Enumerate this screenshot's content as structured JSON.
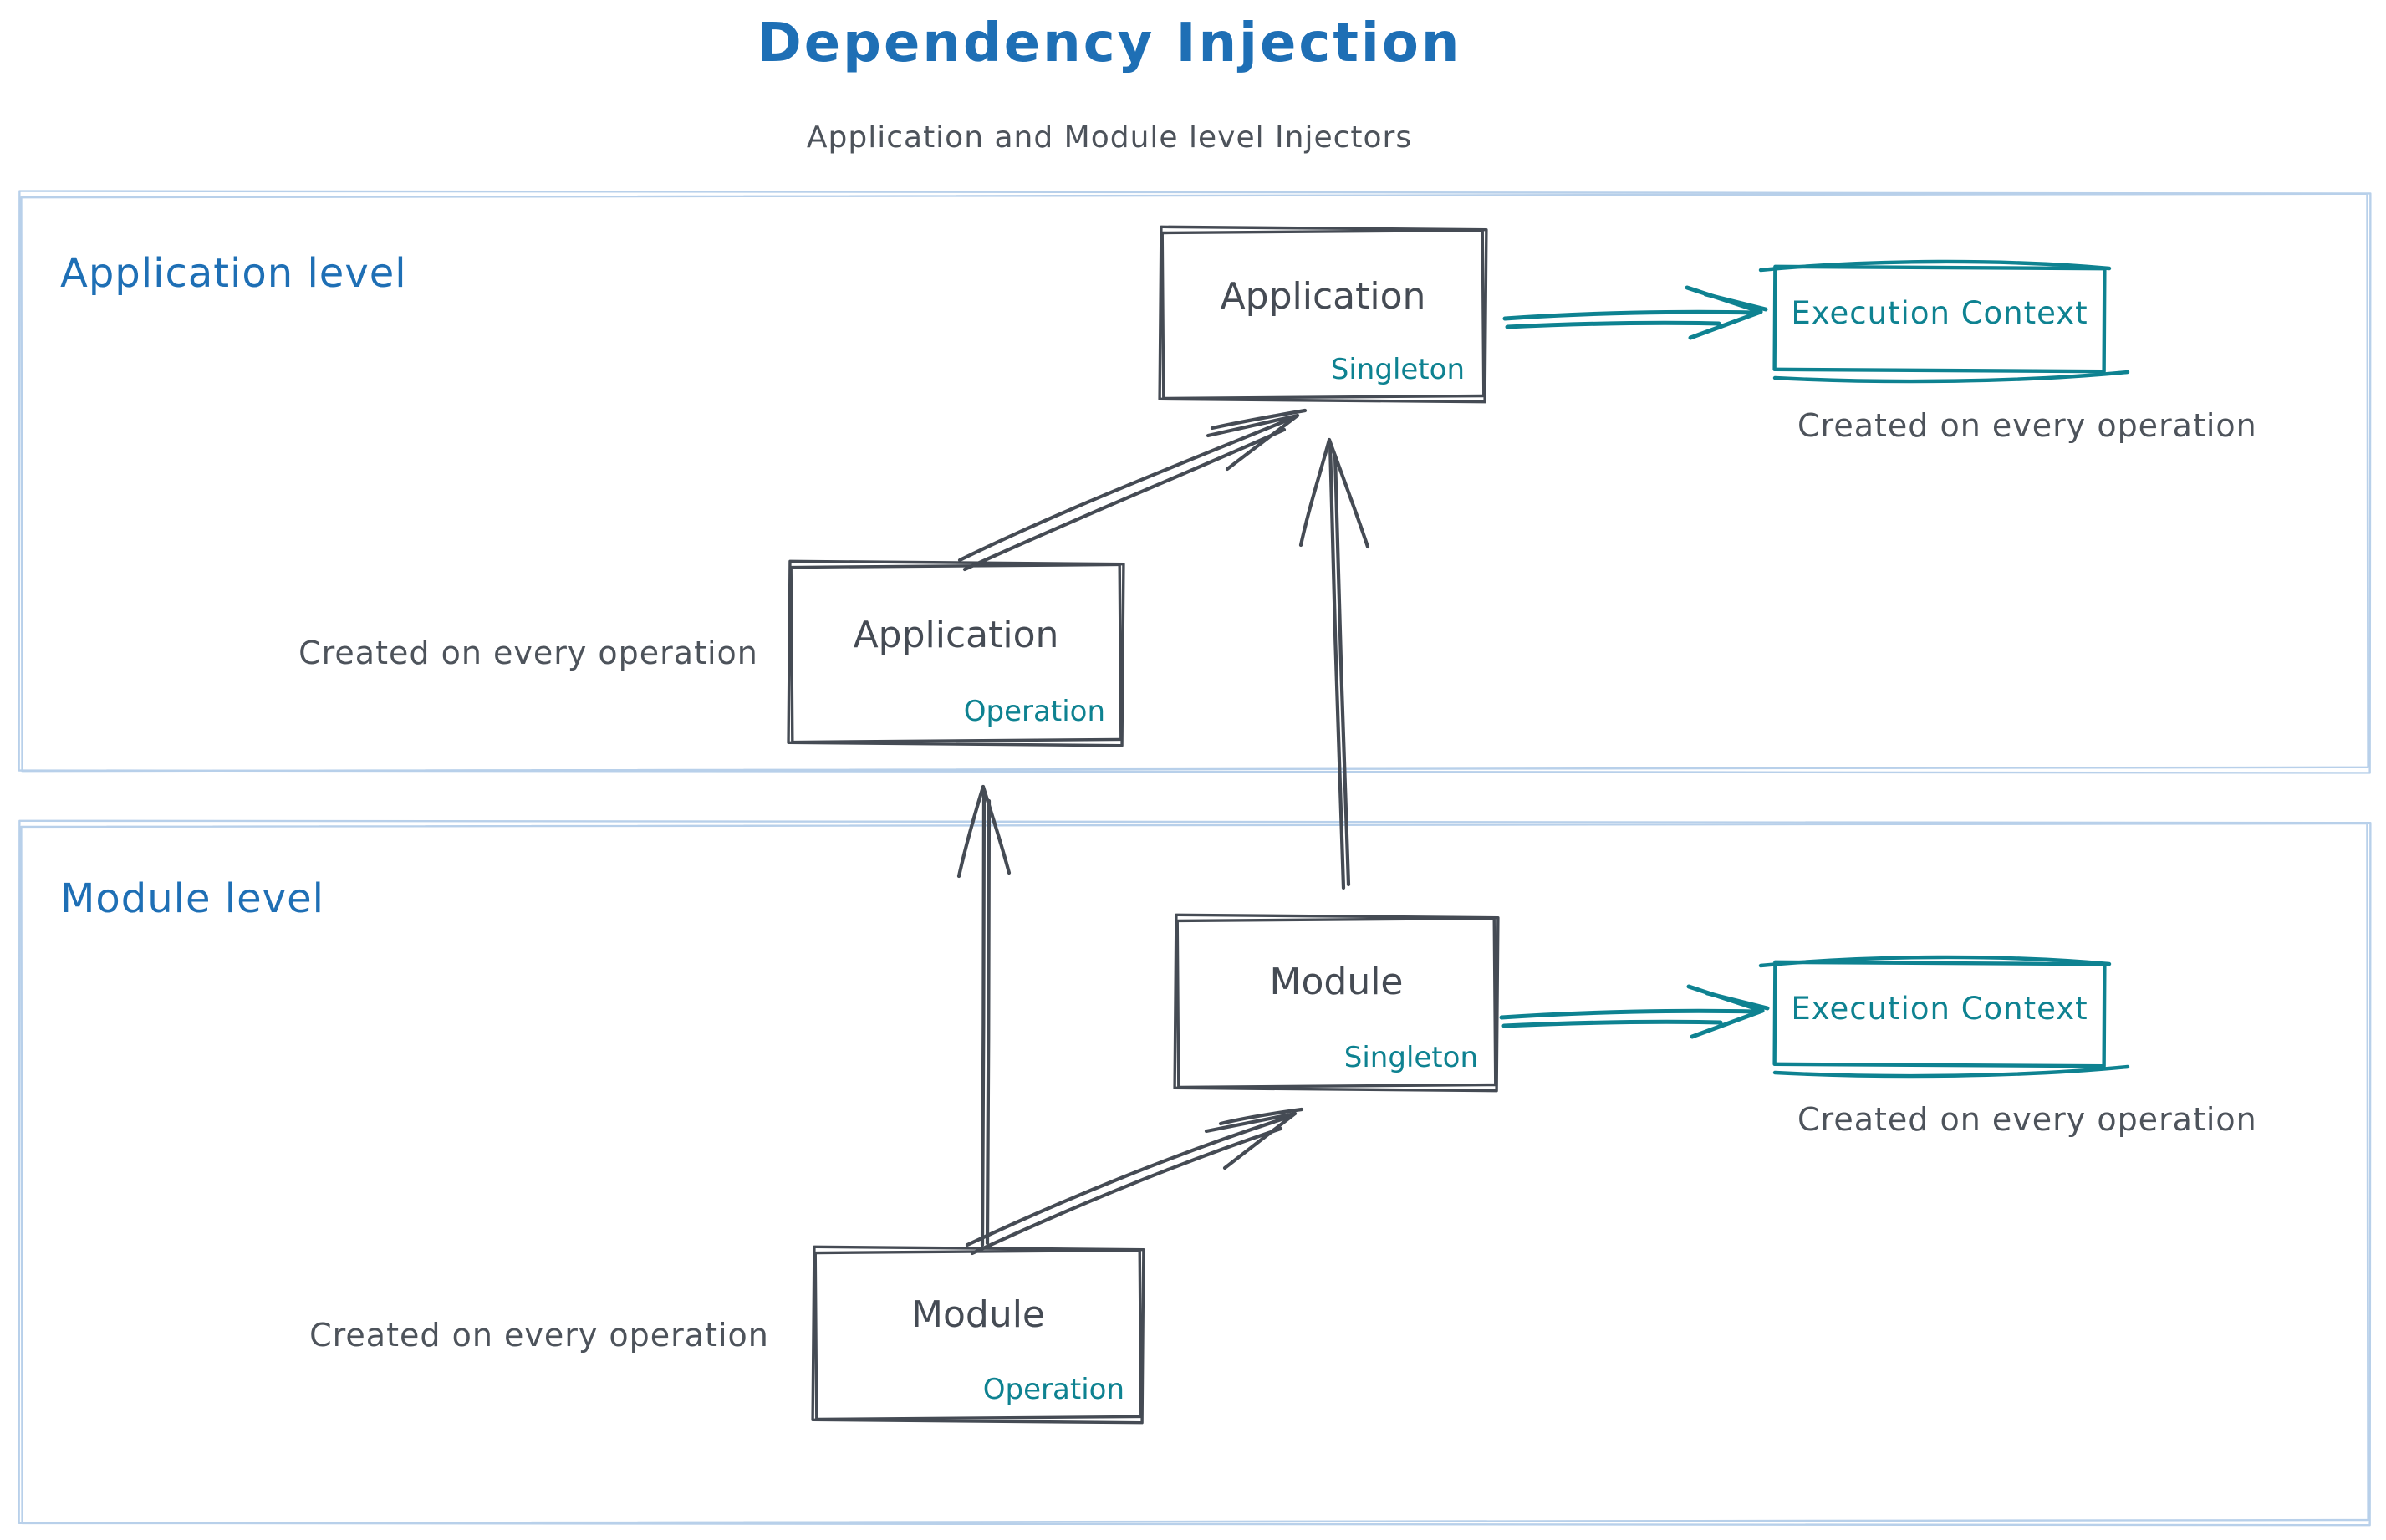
{
  "page": {
    "title": "Dependency Injection",
    "subtitle": "Application and Module level Injectors"
  },
  "colors": {
    "accent_blue": "#1e6fb5",
    "ink_dark": "#454b54",
    "teal": "#0e8291",
    "section_border": "#b8d0ea",
    "caption_gray": "#4d535b",
    "background": "#ffffff"
  },
  "sections": [
    {
      "id": "application-level",
      "label": "Application level",
      "singleton_box": {
        "title": "Application",
        "sublabel": "Singleton"
      },
      "operation_box": {
        "title": "Application",
        "sublabel": "Operation"
      },
      "operation_caption": "Created on every operation",
      "execution_box": {
        "label": "Execution Context"
      },
      "execution_caption": "Created on every operation"
    },
    {
      "id": "module-level",
      "label": "Module level",
      "singleton_box": {
        "title": "Module",
        "sublabel": "Singleton"
      },
      "operation_box": {
        "title": "Module",
        "sublabel": "Operation"
      },
      "operation_caption": "Created on every operation",
      "execution_box": {
        "label": "Execution Context"
      },
      "execution_caption": "Created on every operation"
    }
  ],
  "arrows": [
    {
      "id": "app-operation-to-app-singleton"
    },
    {
      "id": "app-singleton-to-execution-context"
    },
    {
      "id": "module-singleton-to-app-singleton"
    },
    {
      "id": "module-operation-to-app-operation"
    },
    {
      "id": "module-operation-to-module-singleton"
    },
    {
      "id": "module-singleton-to-execution-context"
    }
  ]
}
